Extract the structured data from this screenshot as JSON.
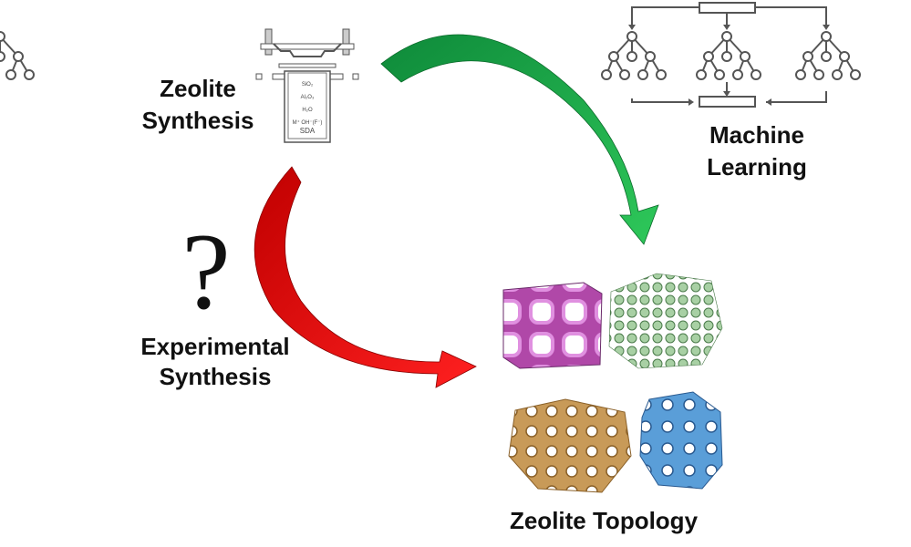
{
  "labels": {
    "zeolite_synthesis": [
      "Zeolite",
      "Synthesis"
    ],
    "machine_learning": [
      "Machine",
      "Learning"
    ],
    "experimental_synthesis": [
      "Experimental",
      "Synthesis"
    ],
    "question_mark": "?",
    "zeolite_topology": "Zeolite Topology"
  },
  "autoclave": {
    "contents": [
      "SiO₂",
      "Al₂O₃",
      "H₂O",
      "M⁺ OH⁻(F⁻)",
      "SDA"
    ]
  },
  "colors": {
    "green_arrow": "#1aa84a",
    "red_arrow": "#e01010",
    "zeolite_pink": "#c85cc0",
    "zeolite_green": "#9cc89a",
    "zeolite_tan": "#c8a060",
    "zeolite_blue": "#5aa0d8"
  }
}
